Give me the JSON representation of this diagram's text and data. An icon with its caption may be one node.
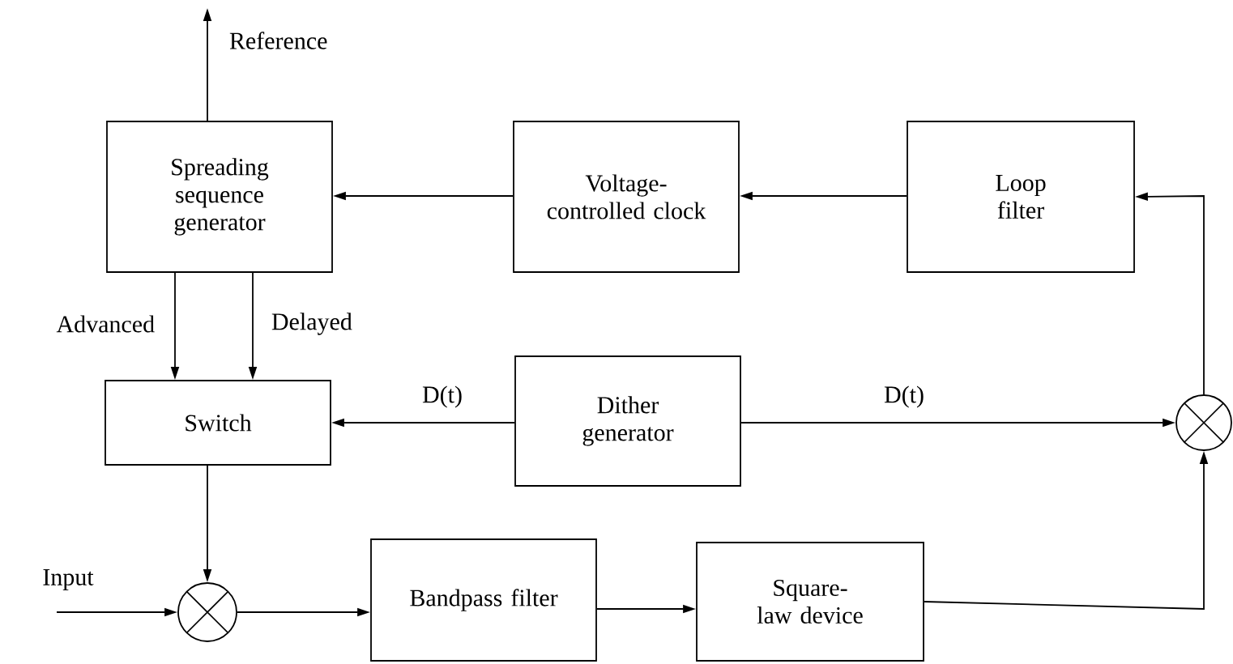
{
  "diagram": {
    "nodes": [
      {
        "text": [
          "Spreading sequence generator"
        ]
      },
      {
        "text": [
          "Voltage-controlled clock"
        ]
      },
      {
        "text": [
          "Loop filter"
        ]
      },
      {
        "text": [
          "Switch"
        ]
      },
      {
        "text": [
          "Dither generator"
        ]
      },
      {
        "text": [],
        "shape": "circle"
      },
      {
        "text": [
          "Bandpass filter"
        ]
      },
      {
        "text": [
          "Square-law device"
        ]
      },
      {
        "text": [],
        "shape": "circle"
      }
    ],
    "edges": [
      {
        "from": 0,
        "to": null,
        "arrow": "to",
        "label": "Reference"
      },
      {
        "from": 1,
        "to": 0,
        "arrow": "to"
      },
      {
        "from": 2,
        "to": 1,
        "arrow": "to"
      },
      {
        "from": 0,
        "to": 3,
        "arrow": "to",
        "label": "Advanced"
      },
      {
        "from": 0,
        "to": 3,
        "arrow": "to",
        "label": "Delayed"
      },
      {
        "from": 4,
        "to": 3,
        "arrow": "to",
        "label": "D(t)"
      },
      {
        "from": 4,
        "to": 8,
        "arrow": "to",
        "label": "D(t)"
      },
      {
        "from": 8,
        "to": 2,
        "arrow": "to"
      },
      {
        "from": 3,
        "to": 5,
        "arrow": "to"
      },
      {
        "from": null,
        "to": 5,
        "arrow": "to",
        "label": "Input"
      },
      {
        "from": 5,
        "to": 6,
        "arrow": "to"
      },
      {
        "from": 6,
        "to": 7,
        "arrow": "to"
      },
      {
        "from": 7,
        "to": 8,
        "arrow": "to"
      }
    ]
  }
}
